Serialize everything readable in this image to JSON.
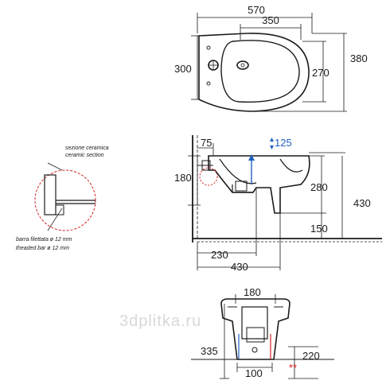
{
  "top_view": {
    "dims": [
      "570",
      "350",
      "300",
      "270",
      "380"
    ]
  },
  "side_view": {
    "dims": [
      "75",
      "125",
      "180",
      "280",
      "430",
      "150",
      "230",
      "430"
    ]
  },
  "detail": {
    "label_it_1": "sezione ceramica",
    "label_en_1": "ceramic section",
    "label_it_2": "barra filettata ø 12 mm",
    "label_en_2": "theaded bar ø 12 mm"
  },
  "front_view": {
    "dims": [
      "180",
      "335",
      "220",
      "100"
    ],
    "marker": "**"
  },
  "watermark": "3dplitka.ru",
  "colors": {
    "line": "#1a1a1a",
    "accent_blue": "#1f5fbf",
    "accent_red": "#d42020"
  }
}
